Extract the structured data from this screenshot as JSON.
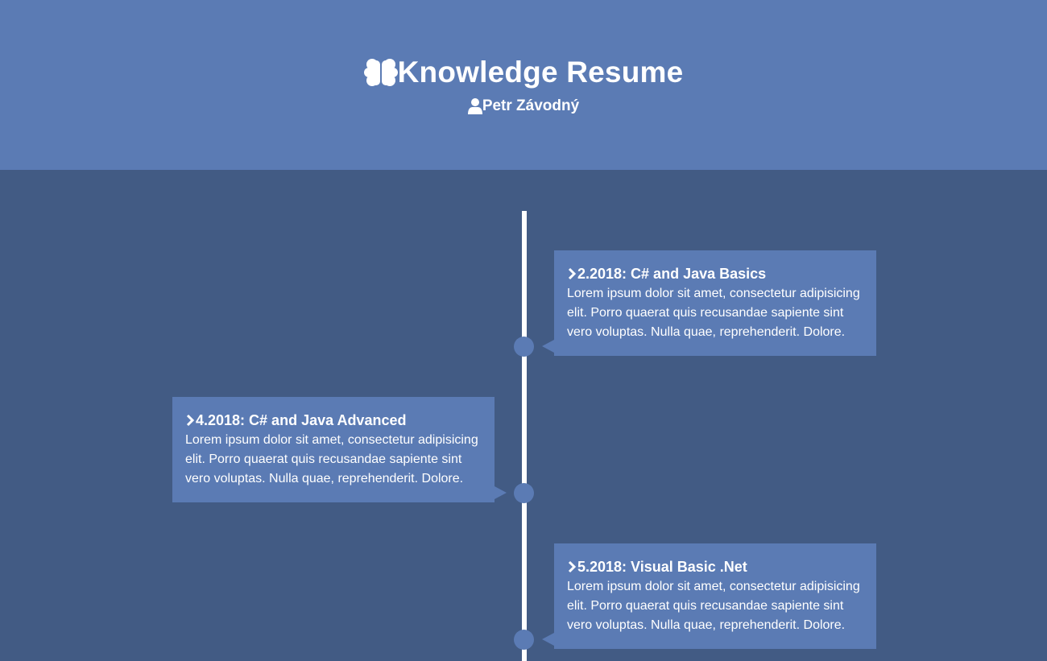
{
  "header": {
    "title": "Knowledge Resume",
    "author": "Petr Závodný",
    "title_icon": "brain-icon",
    "author_icon": "user-icon"
  },
  "colors": {
    "header_bg": "#5b7bb4",
    "page_bg": "#425b84",
    "card_bg": "#5b7bb4",
    "line": "#ffffff",
    "text": "#ffffff"
  },
  "timeline": {
    "items": [
      {
        "heading": "2.2018: C# and Java Basics",
        "text": "Lorem ipsum dolor sit amet, consectetur adipisicing elit. Porro quaerat quis recusandae sapiente sint vero voluptas. Nulla quae, reprehenderit. Dolore.",
        "side": "right",
        "icon": "chevron-right-icon"
      },
      {
        "heading": "4.2018: C# and Java Advanced",
        "text": "Lorem ipsum dolor sit amet, consectetur adipisicing elit. Porro quaerat quis recusandae sapiente sint vero voluptas. Nulla quae, reprehenderit. Dolore.",
        "side": "left",
        "icon": "chevron-right-icon"
      },
      {
        "heading": "5.2018: Visual Basic .Net",
        "text": "Lorem ipsum dolor sit amet, consectetur adipisicing elit. Porro quaerat quis recusandae sapiente sint vero voluptas. Nulla quae, reprehenderit. Dolore.",
        "side": "right",
        "icon": "chevron-right-icon"
      }
    ]
  }
}
